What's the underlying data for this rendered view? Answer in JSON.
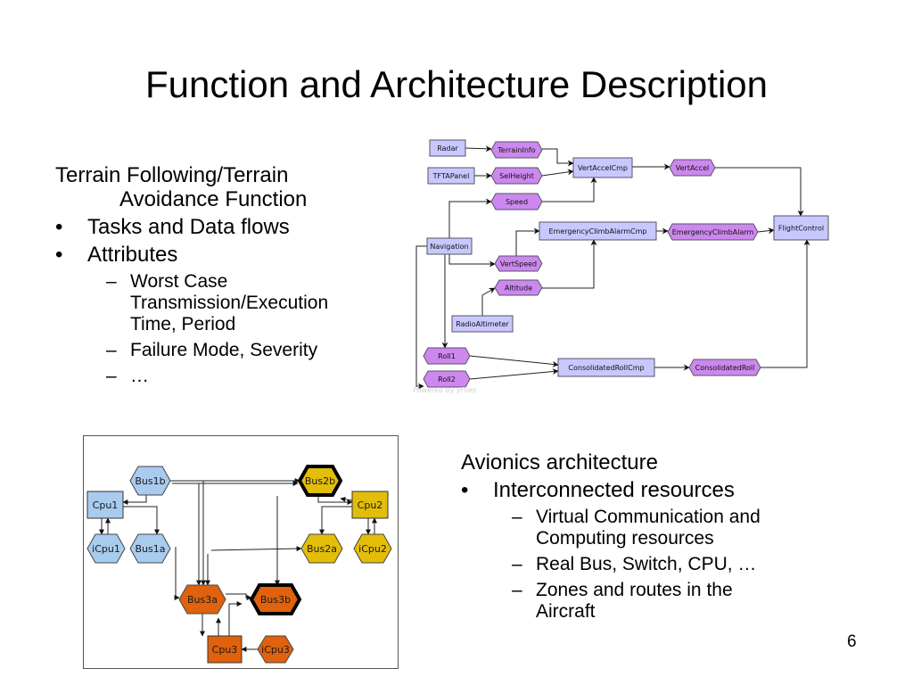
{
  "slide": {
    "title": "Function and Architecture Description",
    "page_number": "6"
  },
  "left_text": {
    "heading_line1": "Terrain Following/Terrain",
    "heading_line2": "Avoidance Function",
    "bullet_marker": "•",
    "dash_marker": "–",
    "bullets": [
      {
        "text": "Tasks and Data flows"
      },
      {
        "text": "Attributes",
        "sub": [
          {
            "text": "Worst Case Transmission/Execution Time, Period",
            "lines": [
              "Worst Case",
              "Transmission/Execution",
              "Time, Period"
            ]
          },
          {
            "text": "Failure Mode, Severity",
            "lines": [
              "Failure Mode, Severity"
            ]
          },
          {
            "text": "…",
            "lines": [
              "…"
            ]
          }
        ]
      }
    ]
  },
  "right_text": {
    "heading": "Avionics architecture",
    "bullet_marker": "•",
    "dash_marker": "–",
    "bullets": [
      {
        "text": "Interconnected resources",
        "sub": [
          {
            "text": "Virtual Communication and Computing resources",
            "lines": [
              "Virtual Communication and",
              "Computing resources"
            ]
          },
          {
            "text": "Real Bus, Switch, CPU, …",
            "lines": [
              "Real Bus, Switch, CPU, …"
            ]
          },
          {
            "text": "Zones and routes in the Aircraft",
            "lines": [
              "Zones and routes in the",
              "Aircraft"
            ]
          }
        ]
      }
    ]
  },
  "task_diagram": {
    "colors": {
      "task_fill": "#c8c8ff",
      "data_fill": "#cc88ee",
      "stroke": "#555566",
      "edge": "#222222"
    },
    "watermark": "Powered by yFiles",
    "tasks": [
      "Radar",
      "TFTAPanel",
      "Navigation",
      "RadioAltimeter",
      "VertAccelCmp",
      "EmergencyClimbAlarmCmp",
      "ConsolidatedRollCmp",
      "FlightControl"
    ],
    "data_flows": [
      "TerrainInfo",
      "SelHeight",
      "Speed",
      "VertSpeed",
      "Altitude",
      "VertAccel",
      "EmergencyClimbAlarm",
      "Roll1",
      "Roll2",
      "ConsolidatedRoll"
    ],
    "edges": [
      [
        "Radar",
        "TerrainInfo"
      ],
      [
        "TFTAPanel",
        "SelHeight"
      ],
      [
        "Navigation",
        "Speed"
      ],
      [
        "Navigation",
        "VertSpeed"
      ],
      [
        "Navigation",
        "Roll1"
      ],
      [
        "Navigation",
        "Roll2"
      ],
      [
        "RadioAltimeter",
        "Altitude"
      ],
      [
        "TerrainInfo",
        "VertAccelCmp"
      ],
      [
        "SelHeight",
        "VertAccelCmp"
      ],
      [
        "Speed",
        "VertAccelCmp"
      ],
      [
        "VertSpeed",
        "EmergencyClimbAlarmCmp"
      ],
      [
        "Altitude",
        "EmergencyClimbAlarmCmp"
      ],
      [
        "VertAccelCmp",
        "VertAccel"
      ],
      [
        "EmergencyClimbAlarmCmp",
        "EmergencyClimbAlarm"
      ],
      [
        "Roll1",
        "ConsolidatedRollCmp"
      ],
      [
        "Roll2",
        "ConsolidatedRollCmp"
      ],
      [
        "ConsolidatedRollCmp",
        "ConsolidatedRoll"
      ],
      [
        "VertAccel",
        "FlightControl"
      ],
      [
        "EmergencyClimbAlarm",
        "FlightControl"
      ],
      [
        "ConsolidatedRoll",
        "FlightControl"
      ]
    ]
  },
  "architecture_diagram": {
    "zone_colors": {
      "zone1": "#a8cbee",
      "zone2": "#e2bd0a",
      "zone3": "#e0620c"
    },
    "cpus": [
      "Cpu1",
      "Cpu2",
      "Cpu3"
    ],
    "buses": [
      "Bus1a",
      "Bus1b",
      "Bus2a",
      "Bus2b",
      "Bus3a",
      "Bus3b"
    ],
    "interfaces": [
      "iCpu1",
      "iCpu2",
      "iCpu3"
    ],
    "highlighted": [
      "Bus2b",
      "Bus3b"
    ]
  }
}
